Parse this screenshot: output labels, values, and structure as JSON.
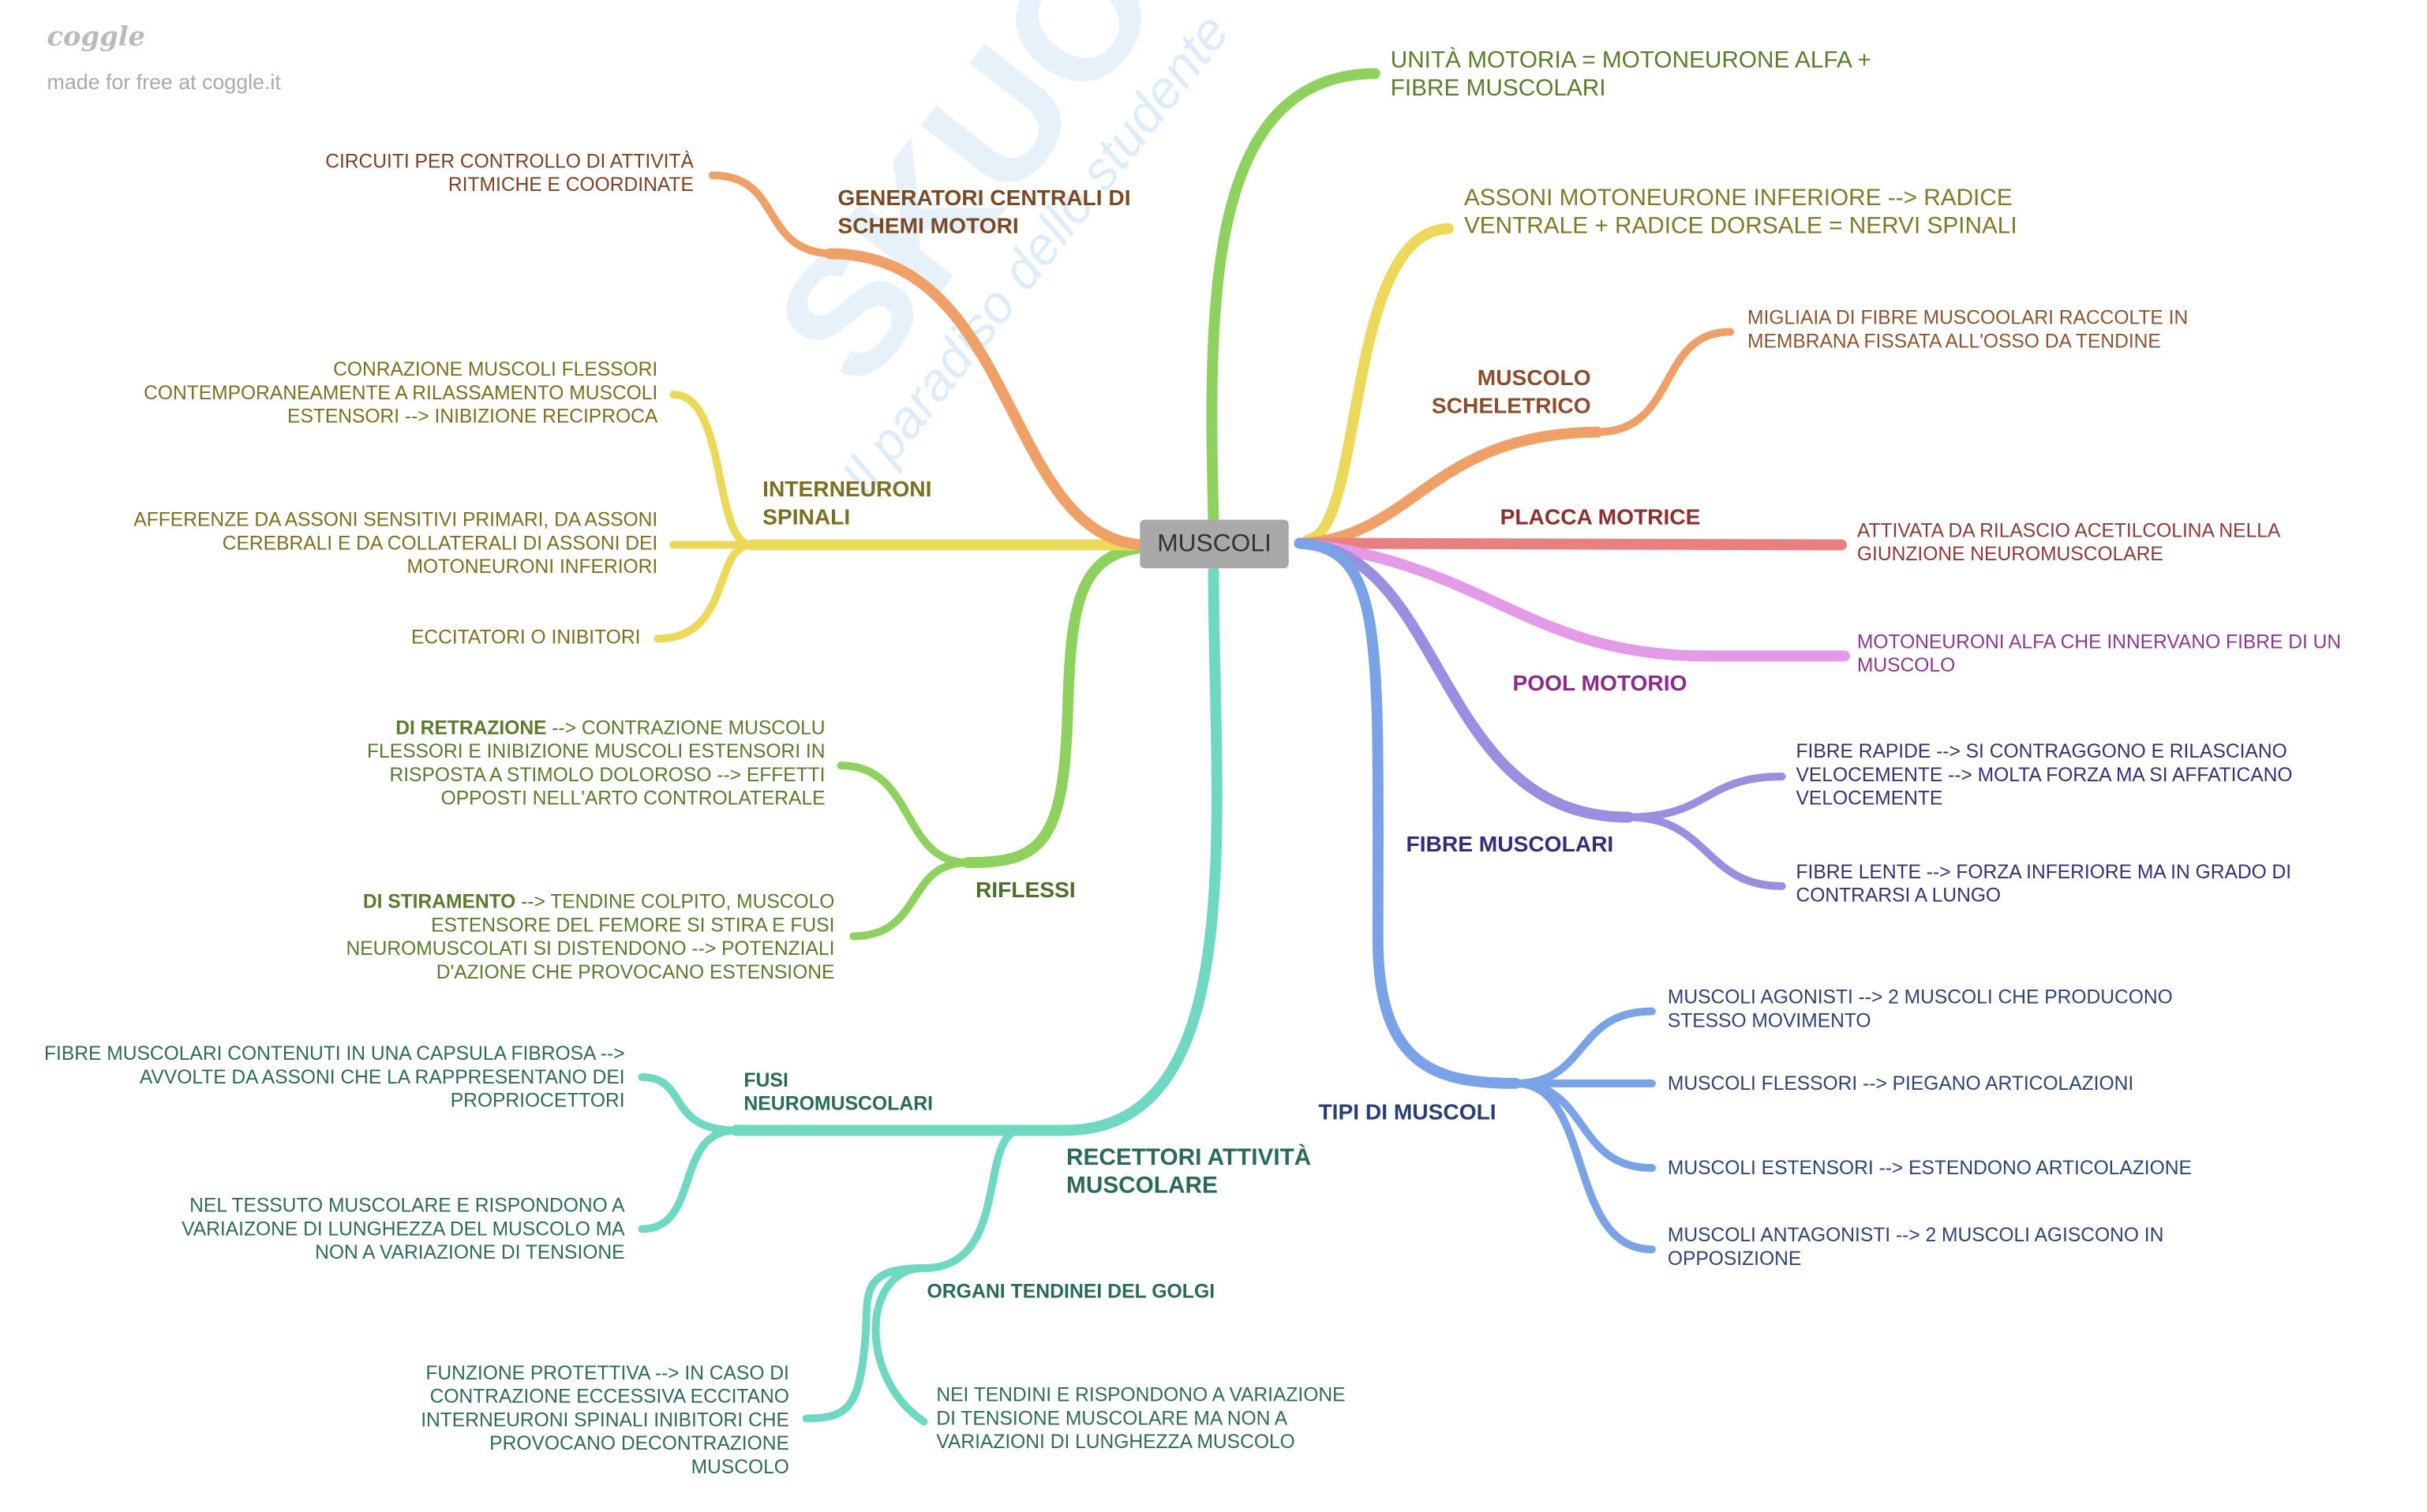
{
  "branding": {
    "logo": "coggle",
    "tagline": "made for free at coggle.it"
  },
  "watermark": {
    "brand": "SKUOLA.net",
    "slogan": "Il paradiso dello studente"
  },
  "colors": {
    "green": "#8fd15e",
    "yellow": "#ecd95a",
    "orange": "#eea066",
    "red": "#e88080",
    "pink": "#e39be8",
    "purple": "#9a8ee0",
    "blue": "#79a3e6",
    "teal": "#6fd8c0",
    "center": "#a9a9a9"
  },
  "center": "MUSCOLI",
  "right": {
    "unita": "UNITÀ MOTORIA = MOTONEURONE ALFA + FIBRE MUSCOLARI",
    "assoni": "ASSONI MOTONEURONE INFERIORE --> RADICE VENTRALE + RADICE DORSALE = NERVI SPINALI",
    "muscolo_scheletrico": {
      "label": "MUSCOLO SCHELETRICO",
      "leaf": "MIGLIAIA DI FIBRE MUSCOOLARI RACCOLTE IN MEMBRANA FISSATA ALL'OSSO DA TENDINE"
    },
    "placca": {
      "label": "PLACCA MOTRICE",
      "leaf": "ATTIVATA DA RILASCIO ACETILCOLINA NELLA GIUNZIONE NEUROMUSCOLARE"
    },
    "pool": {
      "label": "POOL MOTORIO",
      "leaf": "MOTONEURONI ALFA CHE INNERVANO FIBRE DI UN MUSCOLO"
    },
    "fibre": {
      "label": "FIBRE MUSCOLARI",
      "leaves": [
        "FIBRE RAPIDE --> SI CONTRAGGONO E RILASCIANO VELOCEMENTE --> MOLTA FORZA MA SI AFFATICANO VELOCEMENTE",
        "FIBRE LENTE --> FORZA INFERIORE MA IN GRADO DI CONTRARSI A LUNGO"
      ]
    },
    "tipi": {
      "label": "TIPI DI MUSCOLI",
      "leaves": [
        "MUSCOLI AGONISTI --> 2 MUSCOLI CHE PRODUCONO STESSO MOVIMENTO",
        "MUSCOLI FLESSORI --> PIEGANO ARTICOLAZIONI",
        "MUSCOLI ESTENSORI --> ESTENDONO ARTICOLAZIONE",
        "MUSCOLI ANTAGONISTI --> 2 MUSCOLI AGISCONO IN OPPOSIZIONE"
      ]
    }
  },
  "left": {
    "generatori": {
      "label": "GENERATORI CENTRALI DI SCHEMI MOTORI",
      "leaf": "CIRCUITI PER CONTROLLO DI ATTIVITÀ RITMICHE E COORDINATE"
    },
    "interneuroni": {
      "label": "INTERNEURONI SPINALI",
      "leaves": [
        "CONRAZIONE MUSCOLI FLESSORI CONTEMPORANEAMENTE A RILASSAMENTO MUSCOLI ESTENSORI --> INIBIZIONE RECIPROCA",
        "AFFERENZE DA ASSONI SENSITIVI PRIMARI, DA ASSONI CEREBRALI E DA COLLATERALI DI ASSONI DEI MOTONEURONI INFERIORI",
        "ECCITATORI O INIBITORI"
      ]
    },
    "riflessi": {
      "label": "RIFLESSI",
      "retrazione": {
        "lead": "DI RETRAZIONE",
        "text": " --> CONTRAZIONE MUSCOLU FLESSORI E INIBIZIONE MUSCOLI ESTENSORI IN RISPOSTA A STIMOLO DOLOROSO --> EFFETTI OPPOSTI NELL'ARTO CONTROLATERALE"
      },
      "stiramento": {
        "lead": "DI STIRAMENTO",
        "text": " --> TENDINE COLPITO, MUSCOLO ESTENSORE DEL FEMORE SI STIRA E FUSI NEUROMUSCOLATI SI DISTENDONO --> POTENZIALI D'AZIONE CHE PROVOCANO ESTENSIONE"
      }
    },
    "recettori": {
      "label": "RECETTORI ATTIVITÀ MUSCOLARE",
      "fusi": {
        "label": "FUSI NEUROMUSCOLARI",
        "leaves": [
          "FIBRE MUSCOLARI CONTENUTI IN UNA CAPSULA FIBROSA --> AVVOLTE DA ASSONI CHE LA RAPPRESENTANO DEI PROPRIOCETTORI",
          "NEL TESSUTO MUSCOLARE E RISPONDONO A VARIAIZONE DI LUNGHEZZA DEL MUSCOLO MA NON A VARIAZIONE DI TENSIONE"
        ]
      },
      "golgi": {
        "label": "ORGANI TENDINEI DEL GOLGI",
        "leaves": [
          "FUNZIONE PROTETTIVA --> IN CASO DI CONTRAZIONE ECCESSIVA ECCITANO INTERNEURONI SPINALI INIBITORI CHE PROVOCANO DECONTRAZIONE MUSCOLO",
          "NEI TENDINI E RISPONDONO A VARIAZIONE DI TENSIONE MUSCOLARE MA NON A VARIAZIONI DI LUNGHEZZA MUSCOLO"
        ]
      }
    }
  }
}
